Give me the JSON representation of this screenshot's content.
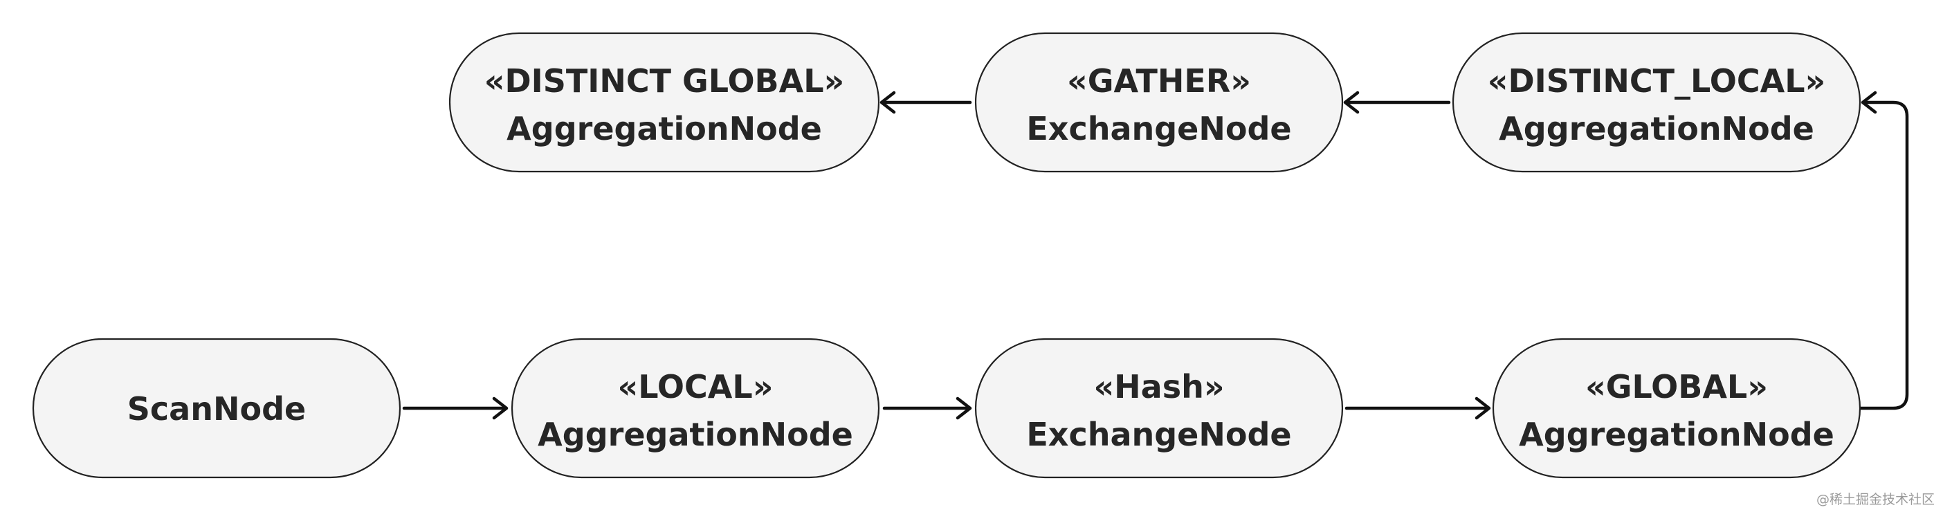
{
  "nodes": {
    "distinct_global": {
      "line1": "«DISTINCT GLOBAL»",
      "line2": "AggregationNode"
    },
    "gather": {
      "line1": "«GATHER»",
      "line2": "ExchangeNode"
    },
    "distinct_local": {
      "line1": "«DISTINCT_LOCAL»",
      "line2": "AggregationNode"
    },
    "scan": {
      "line1": "ScanNode"
    },
    "local": {
      "line1": "«LOCAL»",
      "line2": "AggregationNode"
    },
    "hash": {
      "line1": "«Hash»",
      "line2": "ExchangeNode"
    },
    "global": {
      "line1": "«GLOBAL»",
      "line2": "AggregationNode"
    }
  },
  "edges": [
    {
      "from": "scan",
      "to": "local"
    },
    {
      "from": "local",
      "to": "hash"
    },
    {
      "from": "hash",
      "to": "global"
    },
    {
      "from": "global",
      "to": "distinct_local"
    },
    {
      "from": "distinct_local",
      "to": "gather"
    },
    {
      "from": "gather",
      "to": "distinct_global"
    }
  ],
  "watermark": "@稀土掘金技术社区"
}
